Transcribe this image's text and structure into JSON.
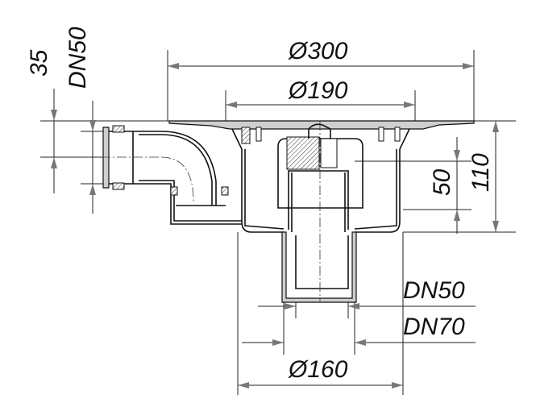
{
  "drawing": {
    "labels": {
      "d300": "Ø300",
      "d190": "Ø190",
      "h50": "50",
      "h110": "110",
      "dn50_bottom": "DN50",
      "dn70_bottom": "DN70",
      "d160": "Ø160",
      "h35": "35",
      "dn50_side": "DN50"
    }
  }
}
